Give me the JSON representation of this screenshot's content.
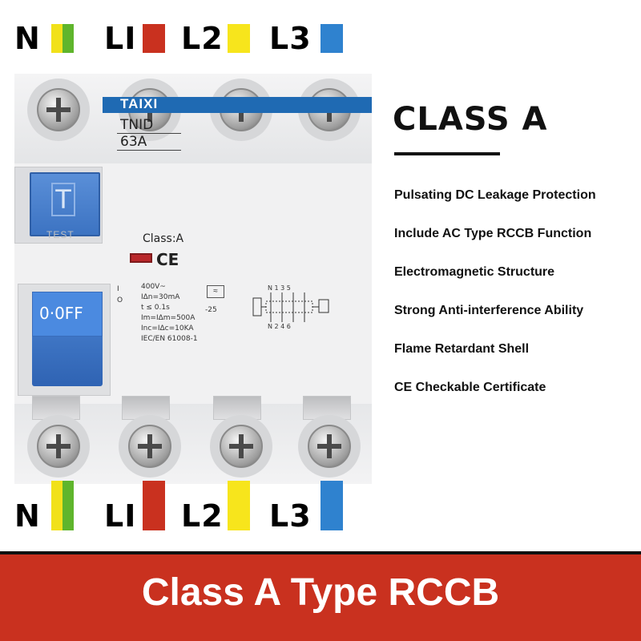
{
  "terminals": {
    "top": [
      {
        "label": "N",
        "wire": "neutral"
      },
      {
        "label": "LI",
        "wire": "L1"
      },
      {
        "label": "L2",
        "wire": "L2"
      },
      {
        "label": "L3",
        "wire": "L3"
      }
    ],
    "bottom": [
      {
        "label": "N",
        "wire": "neutral"
      },
      {
        "label": "LI",
        "wire": "L1"
      },
      {
        "label": "L2",
        "wire": "L2"
      },
      {
        "label": "L3",
        "wire": "L3"
      }
    ]
  },
  "colors": {
    "neutral_a": "#f1e11a",
    "neutral_b": "#5fb52c",
    "L1": "#c9311f",
    "L2": "#f7e51c",
    "L3": "#2f82cf",
    "device_blue": "#3c73c2",
    "banner": "#c9311f"
  },
  "device": {
    "brand": "TAIXI",
    "model": "TNID",
    "rating": "63A",
    "class_label": "Class:A",
    "ce": "CE",
    "test_letter": "T",
    "test_caption": "TEST",
    "handle_label": "0·0FF",
    "on_label": "I",
    "off_label": "O",
    "specs": [
      "400V~",
      "IΔn=30mA",
      "t ≤ 0.1s",
      "Im=IΔm=500A",
      "Inc=IΔc=10KA",
      "IEC/EN 61008-1"
    ],
    "temp": "-25",
    "schematic_top": "N 1 3 5",
    "schematic_bottom": "N 2 4 6",
    "icons": [
      "screw-icon",
      "test-button-icon",
      "toggle-handle-icon",
      "ce-mark-icon",
      "schematic-icon"
    ]
  },
  "heading": {
    "title": "CLASS  A"
  },
  "features": [
    "Pulsating DC Leakage Protection",
    "Include AC Type RCCB Function",
    "Electromagnetic Structure",
    "Strong Anti-interference Ability",
    "Flame Retardant Shell",
    "CE Checkable Certificate"
  ],
  "banner": {
    "text": "Class A Type RCCB"
  }
}
